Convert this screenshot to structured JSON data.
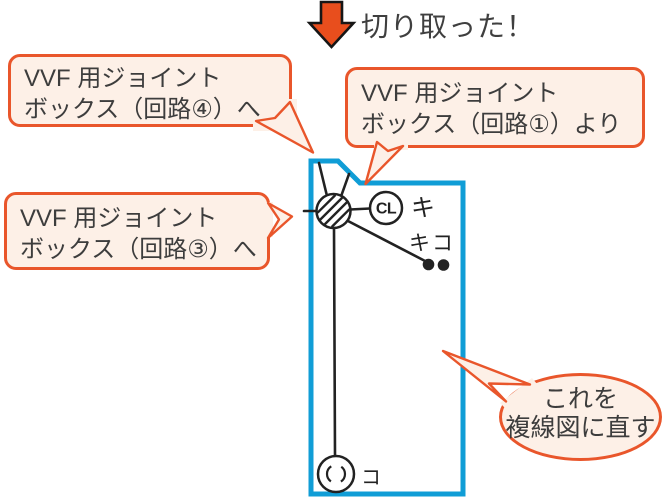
{
  "banner": {
    "label": "切り取った！"
  },
  "callouts": [
    {
      "id": "joint-box-circuit-4",
      "line1": "VVF 用ジョイント",
      "line2": "ボックス（回路④）へ"
    },
    {
      "id": "joint-box-circuit-1",
      "line1": "VVF 用ジョイント",
      "line2": "ボックス（回路①）より"
    },
    {
      "id": "joint-box-circuit-3",
      "line1": "VVF 用ジョイント",
      "line2": "ボックス（回路③）へ"
    },
    {
      "id": "redraw-note",
      "line1": "これを",
      "line2": "複線図に直す"
    }
  ],
  "diagram": {
    "cl": "CL",
    "ki": "キ",
    "kiko": "キコ",
    "ko": "コ"
  },
  "colors": {
    "frame_blue": "#109dd6",
    "callout_border_orange": "#e9562b",
    "callout_fill_cream": "#fdf0e7",
    "arrow_orange": "#e84e1d",
    "diagram_ink": "#222222",
    "text_gray": "#3d3d3d"
  }
}
